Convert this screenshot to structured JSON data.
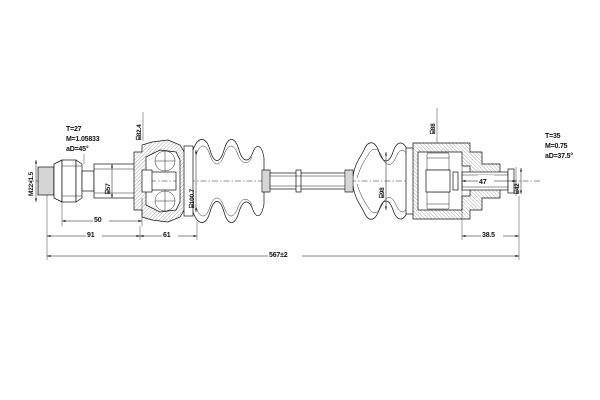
{
  "drawing": {
    "type": "engineering-drawing",
    "subject": "CV joint drive shaft assembly",
    "view": "side-section",
    "background_color": "#ffffff",
    "line_color": "#111111"
  },
  "spline_outboard": {
    "teeth": "T=27",
    "module": "M=1.05833",
    "pressure_angle": "aD=45°"
  },
  "spline_inboard": {
    "teeth": "T=35",
    "module": "M=0.75",
    "pressure_angle": "aD=37.5°"
  },
  "diameters": {
    "thread": "M22×1.5",
    "stub_shaft": "⌸57",
    "outboard_joint": "⌸82.4",
    "outboard_boot": "⌸100.7",
    "inboard_boot": "⌸98",
    "inboard_housing": "⌸88",
    "inboard_stub": "⌸42"
  },
  "dimensions": {
    "spline_length": "50",
    "stub_to_joint": "91",
    "joint_length": "61",
    "inboard_shaft": "47",
    "inboard_end": "38.5",
    "overall_length": "567±2"
  }
}
